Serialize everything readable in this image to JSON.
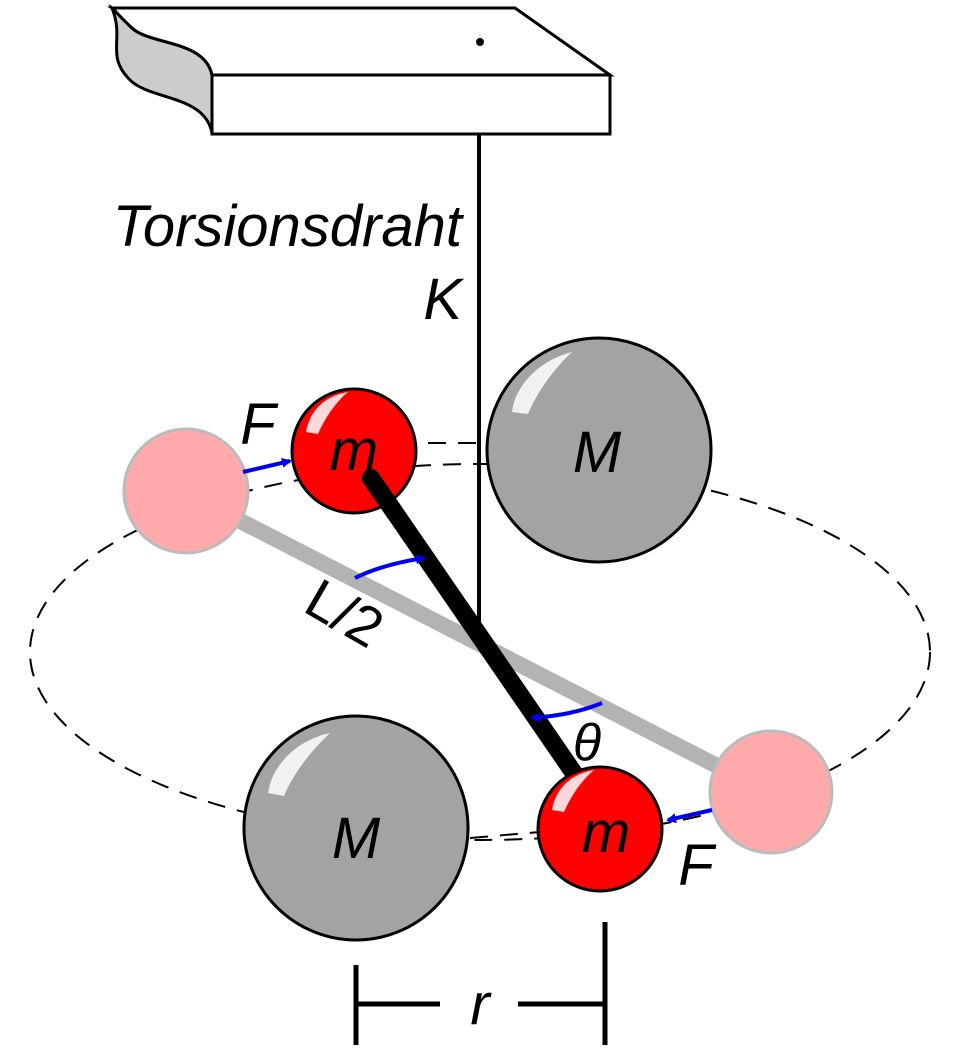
{
  "labels": {
    "wire_name": "Torsionsdraht",
    "wire_constant": "K",
    "small_mass": "m",
    "large_mass": "M",
    "force": "F",
    "half_length": "L/2",
    "angle": "θ",
    "distance": "r"
  },
  "colors": {
    "small_mass": "#ff0000",
    "small_mass_ghost": "#ffaaaa",
    "large_mass": "#a3a3a3",
    "rod": "#000000",
    "rod_ghost": "#b3b3b3",
    "arrows": "#0000ee",
    "support": "#ffffff",
    "support_edge": "#cccccc"
  }
}
